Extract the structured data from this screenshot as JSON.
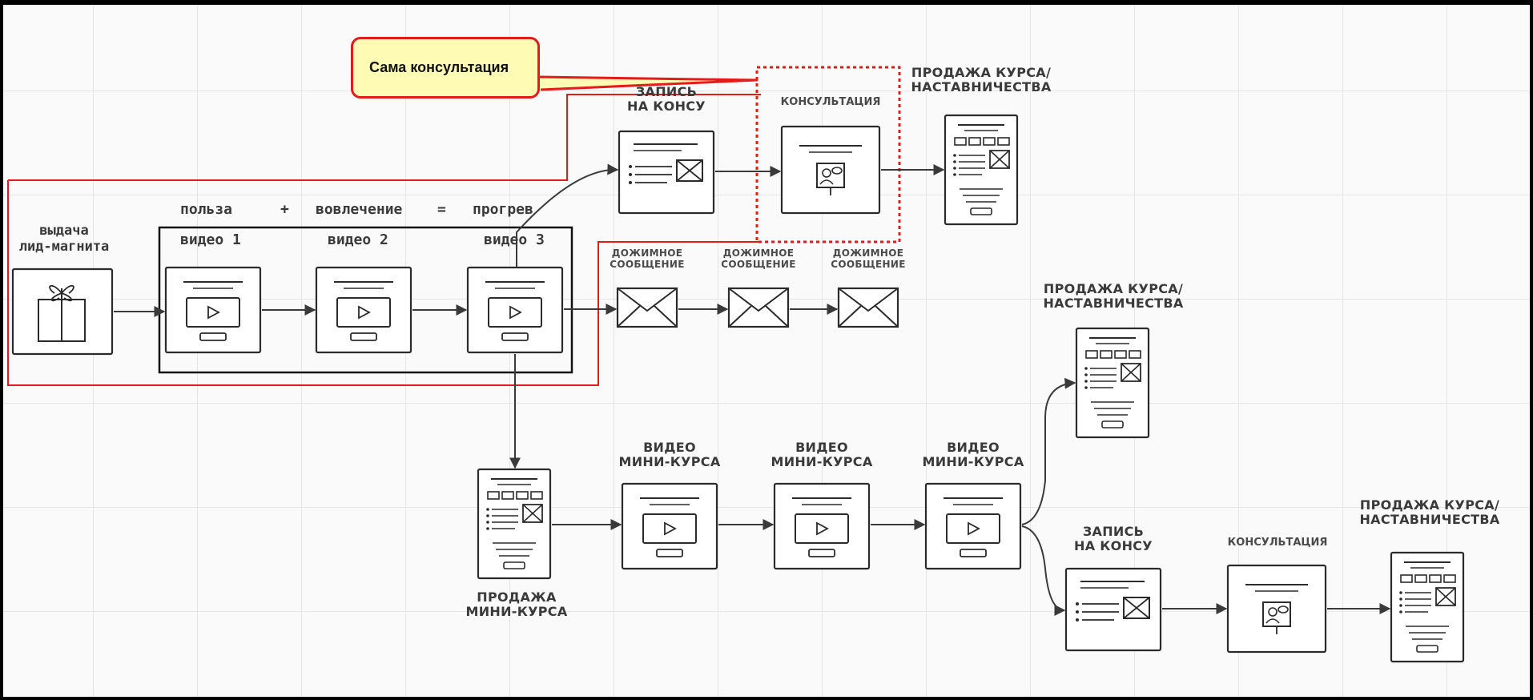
{
  "callout": {
    "text": "Сама консультация"
  },
  "labels": {
    "lead_magnet": "выдача\nлид-магнита",
    "formula_benefit": "польза",
    "formula_plus": "+",
    "formula_engagement": "вовлечение",
    "formula_equals": "=",
    "formula_warmup": "прогрев",
    "video1": "видео 1",
    "video2": "видео 2",
    "video3": "видео 3",
    "signup_top": "ЗАПИСЬ\nНА КОНСУ",
    "consult_top": "КОНСУЛЬТАЦИЯ",
    "sale_course_top": "ПРОДАЖА КУРСА/\nНАСТАВНИЧЕСТВА",
    "followup1": "ДОЖИМНОЕ\nСООБЩЕНИЕ",
    "followup2": "ДОЖИМНОЕ\nСООБЩЕНИЕ",
    "followup3": "ДОЖИМНОЕ\nСООБЩЕНИЕ",
    "sale_course_mid": "ПРОДАЖА КУРСА/\nНАСТАВНИЧЕСТВА",
    "sale_mini": "ПРОДАЖА\nМИНИ-КУРСА",
    "mini_video1": "ВИДЕО\nМИНИ-КУРСА",
    "mini_video2": "ВИДЕО\nМИНИ-КУРСА",
    "mini_video3": "ВИДЕО\nМИНИ-КУРСА",
    "signup_bottom": "ЗАПИСЬ\nНА КОНСУ",
    "consult_bottom": "КОНСУЛЬТАЦИЯ",
    "sale_course_bottom": "ПРОДАЖА КУРСА/\nНАСТАВНИЧЕСТВА"
  },
  "colors": {
    "highlight_red": "#e41b1b",
    "callout_fill": "#fefcb4",
    "stroke": "#2b2b2b",
    "frame_black": "#111111"
  }
}
